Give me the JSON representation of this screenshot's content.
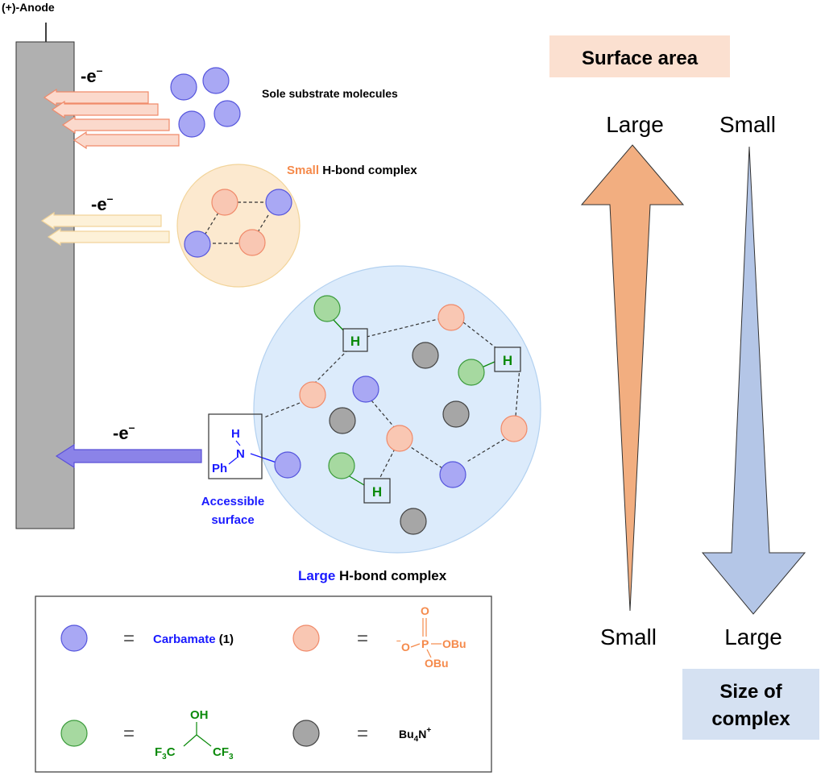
{
  "anode": {
    "label": "(+)-Anode"
  },
  "electron_labels": {
    "top": "-e",
    "middle": "-e",
    "bottom": "-e",
    "sup": "–"
  },
  "substrate": {
    "label": "Sole substrate molecules"
  },
  "small_complex": {
    "word": "Small",
    "rest": "H-bond complex"
  },
  "large_complex": {
    "word": "Large",
    "rest": "H-bond complex"
  },
  "h_label": "H",
  "aniline": {
    "h": "H",
    "n": "N",
    "ph": "Ph"
  },
  "accessible": {
    "line1": "Accessible",
    "line2": "surface"
  },
  "surface_area": {
    "title": "Surface area",
    "large": "Large",
    "small": "Small"
  },
  "size_of_complex": {
    "line1": "Size of",
    "line2": "complex",
    "small": "Small",
    "large": "Large"
  },
  "legend": {
    "equals": "=",
    "carbamate_name": "Carbamate",
    "carbamate_num": "(1)",
    "phosphate": {
      "p": "P",
      "o_top": "O",
      "o_minus": "O",
      "minus": "–",
      "obu_right": "OBu",
      "obu_bottom": "OBu"
    },
    "hfip": {
      "oh": "OH",
      "f3c": "F",
      "f3c_sub": "3",
      "f3c_c": "C",
      "cf3": "CF",
      "cf3_sub": "3"
    },
    "bu4n": {
      "bu": "Bu",
      "sub": "4",
      "n": "N",
      "sup": "+"
    }
  },
  "colors": {
    "anode": "#b0b0b0",
    "orange_arrow": "#f5a88e",
    "orange_arrow_fill": "#fbd9cc",
    "peach_arrow": "#f7e4b8",
    "peach_arrow_fill": "#fdf1d8",
    "blue_arrow": "#8b83e8",
    "carbamate": "#a9a8f4",
    "phosphate": "#f9c7b3",
    "hfip": "#a6d9a0",
    "bu4n": "#a6a6a6",
    "small_bg": "#fce9cf",
    "large_bg": "#dcebfb",
    "surface_box": "#fbe0d0",
    "size_box": "#d5e1f2",
    "up_arrow": "#f2ae80",
    "down_arrow": "#b4c6e7",
    "blue_text": "#1a1aff",
    "orange_text": "#f58a4b",
    "green_text": "#0b8a0b"
  }
}
